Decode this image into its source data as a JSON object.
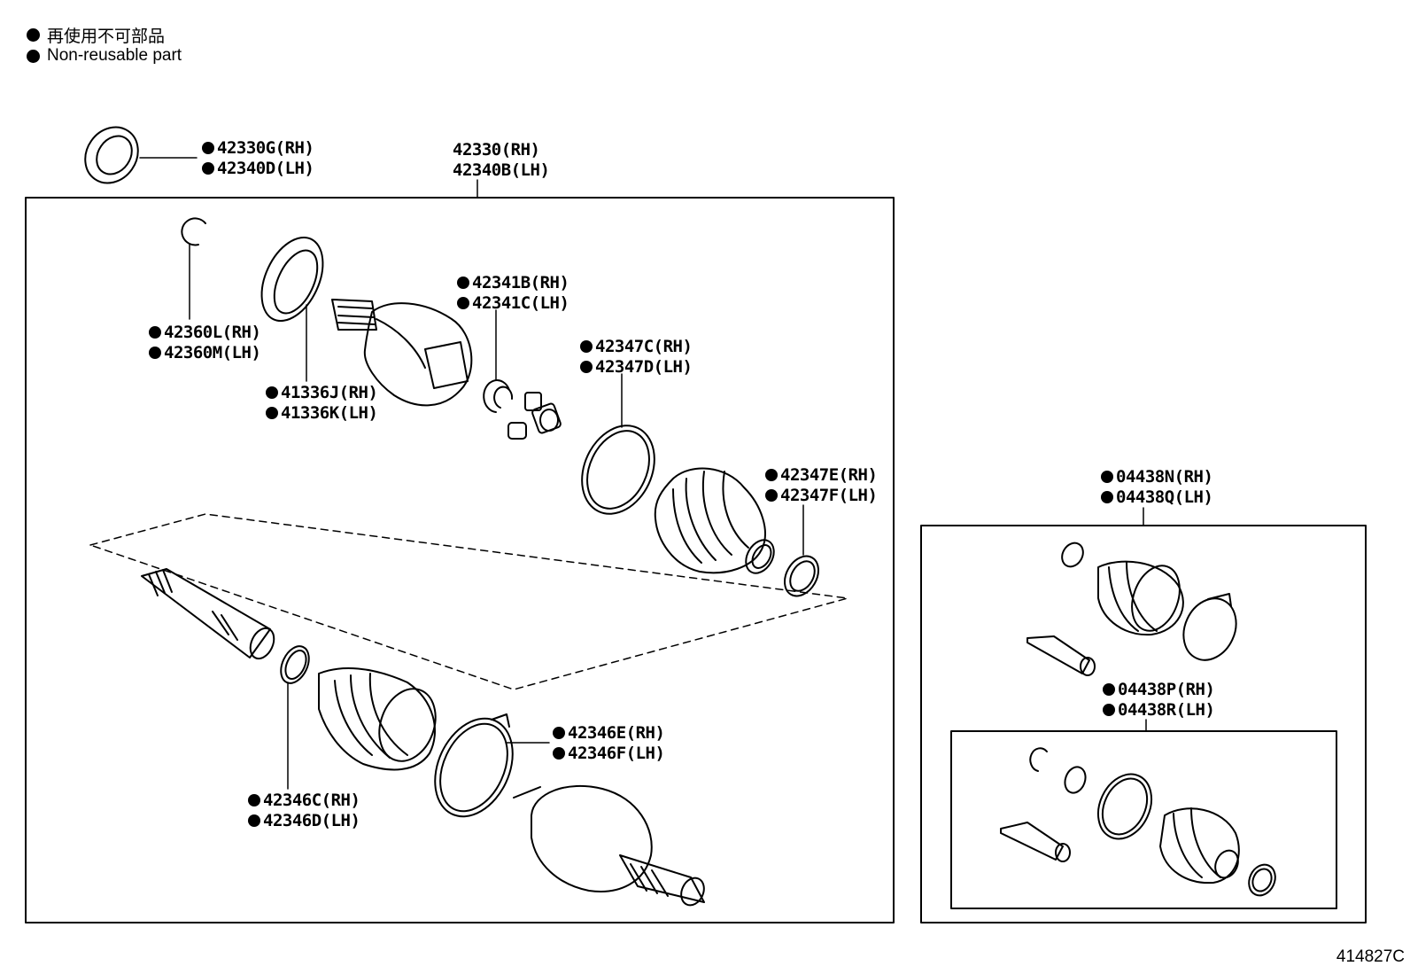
{
  "legend": {
    "ja": "再使用不可部品",
    "en": "Non-reusable part"
  },
  "figure_id": "414827C",
  "parts": [
    {
      "id": "p-42330G",
      "non_reusable": true,
      "lines": [
        "42330G(RH)",
        "42340D(LH)"
      ]
    },
    {
      "id": "p-42330",
      "non_reusable": false,
      "lines": [
        "42330(RH)",
        "42340B(LH)"
      ]
    },
    {
      "id": "p-42360L",
      "non_reusable": true,
      "lines": [
        "42360L(RH)",
        "42360M(LH)"
      ]
    },
    {
      "id": "p-41336J",
      "non_reusable": true,
      "lines": [
        "41336J(RH)",
        "41336K(LH)"
      ]
    },
    {
      "id": "p-42341B",
      "non_reusable": true,
      "lines": [
        "42341B(RH)",
        "42341C(LH)"
      ]
    },
    {
      "id": "p-42347C",
      "non_reusable": true,
      "lines": [
        "42347C(RH)",
        "42347D(LH)"
      ]
    },
    {
      "id": "p-42347E",
      "non_reusable": true,
      "lines": [
        "42347E(RH)",
        "42347F(LH)"
      ]
    },
    {
      "id": "p-04438N",
      "non_reusable": true,
      "lines": [
        "04438N(RH)",
        "04438Q(LH)"
      ]
    },
    {
      "id": "p-04438P",
      "non_reusable": true,
      "lines": [
        "04438P(RH)",
        "04438R(LH)"
      ]
    },
    {
      "id": "p-42346E",
      "non_reusable": true,
      "lines": [
        "42346E(RH)",
        "42346F(LH)"
      ]
    },
    {
      "id": "p-42346C",
      "non_reusable": true,
      "lines": [
        "42346C(RH)",
        "42346D(LH)"
      ]
    }
  ]
}
